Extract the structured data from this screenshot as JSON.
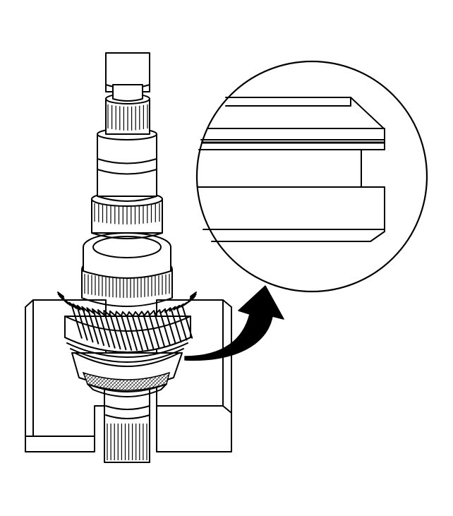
{
  "illustration": {
    "subject": "transmission-shaft-gear-assembly-in-press-blocks",
    "colors": {
      "ink": "#000000",
      "paper": "#ffffff"
    },
    "callout": {
      "kind": "magnified-detail-circle",
      "shows": "snap-ring-in-groove",
      "arrow_icon": "curved-arrow-icon"
    }
  }
}
